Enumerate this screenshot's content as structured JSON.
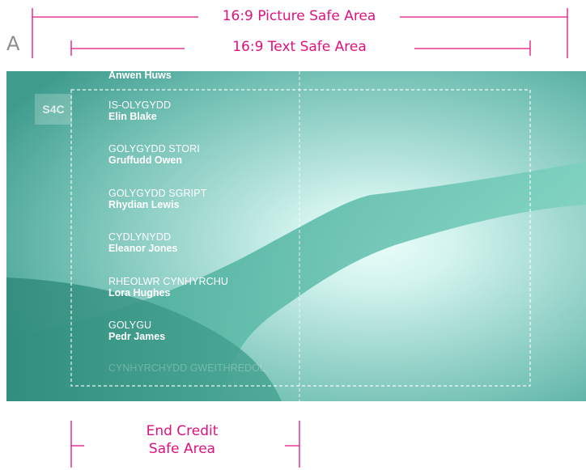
{
  "corner_letter": "A",
  "picture_safe_label": "16:9 Picture Safe Area",
  "text_safe_label": "16:9 Text Safe Area",
  "end_credit_label_line1": "End Credit",
  "end_credit_label_line2": "Safe Area",
  "logo_text": "S4C",
  "credits": {
    "top_name": "Anwen Huws",
    "entries": [
      {
        "role": "IS-OLYGYDD",
        "name": "Elin Blake"
      },
      {
        "role": "GOLYGYDD STORI",
        "name": "Gruffudd Owen"
      },
      {
        "role": "GOLYGYDD SGRIPT",
        "name": "Rhydian Lewis"
      },
      {
        "role": "CYDLYNYDD",
        "name": "Eleanor Jones"
      },
      {
        "role": "RHEOLWR CYNHYRCHU",
        "name": "Lora Hughes"
      },
      {
        "role": "GOLYGU",
        "name": "Pedr James"
      }
    ],
    "faded_role": "CYNHYRCHYDD GWEITHREDOL"
  },
  "colors": {
    "guide_accent": "#e0117f",
    "background_dark": "#4aa596",
    "background_light": "#e6fbf8"
  }
}
